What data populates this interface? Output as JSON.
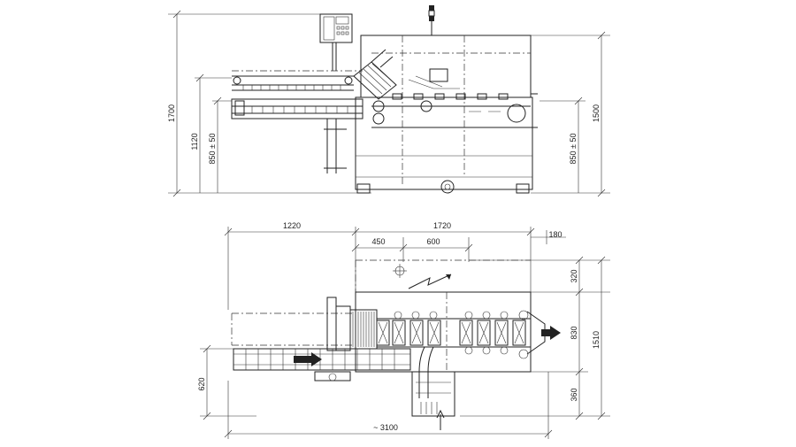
{
  "elevation": {
    "dim_1700": "1700",
    "dim_1120": "1120",
    "dim_850_left": "850 ± 50",
    "dim_1500": "1500",
    "dim_850_right": "850 ± 50"
  },
  "plan": {
    "dim_1220": "1220",
    "dim_1720": "1720",
    "dim_450": "450",
    "dim_600": "600",
    "dim_180": "180",
    "dim_320": "320",
    "dim_830": "830",
    "dim_1510": "1510",
    "dim_360": "360",
    "dim_620": "620",
    "dim_3100": "~ 3100"
  },
  "colors": {
    "line": "#222222",
    "background": "#ffffff"
  }
}
